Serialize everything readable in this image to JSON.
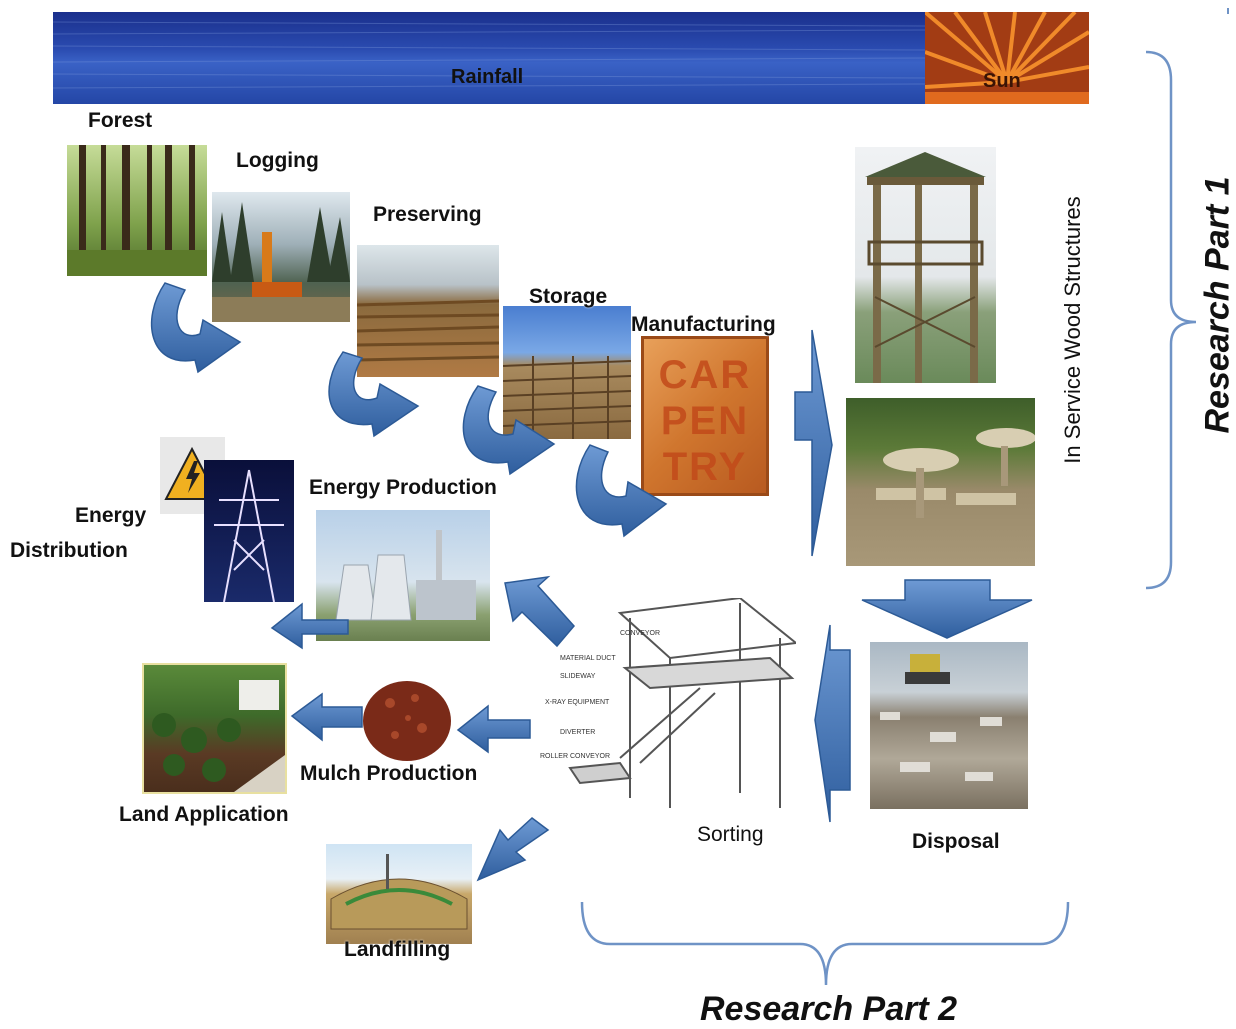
{
  "banner": {
    "rainfall_label": "Rainfall",
    "sun_label": "Sun"
  },
  "stages": {
    "forest": "Forest",
    "logging": "Logging",
    "preserving": "Preserving",
    "storage": "Storage",
    "manufacturing": "Manufacturing",
    "in_service": "In Service Wood Structures",
    "disposal": "Disposal",
    "sorting": "Sorting",
    "energy_production": "Energy Production",
    "energy_distribution_1": "Energy",
    "energy_distribution_2": "Distribution",
    "mulch_production": "Mulch Production",
    "land_application": "Land Application",
    "landfilling": "Landfilling"
  },
  "carpentry_sign": [
    "CAR",
    "PEN",
    "TRY"
  ],
  "sorting_schematic_labels": [
    "CONVEYOR",
    "MATERIAL DUCT",
    "SLIDEWAY",
    "X-RAY EQUIPMENT",
    "DIVERTER",
    "ROLLER CONVEYOR"
  ],
  "research": {
    "part1": "Research Part 1",
    "part2": "Research Part 2"
  },
  "colors": {
    "arrow_fill": "#4a7ab8",
    "arrow_stroke": "#2c5a96",
    "bracket": "#6f93c6",
    "banner_blue": "#1f3fa0",
    "sun_orange": "#e0661c"
  }
}
